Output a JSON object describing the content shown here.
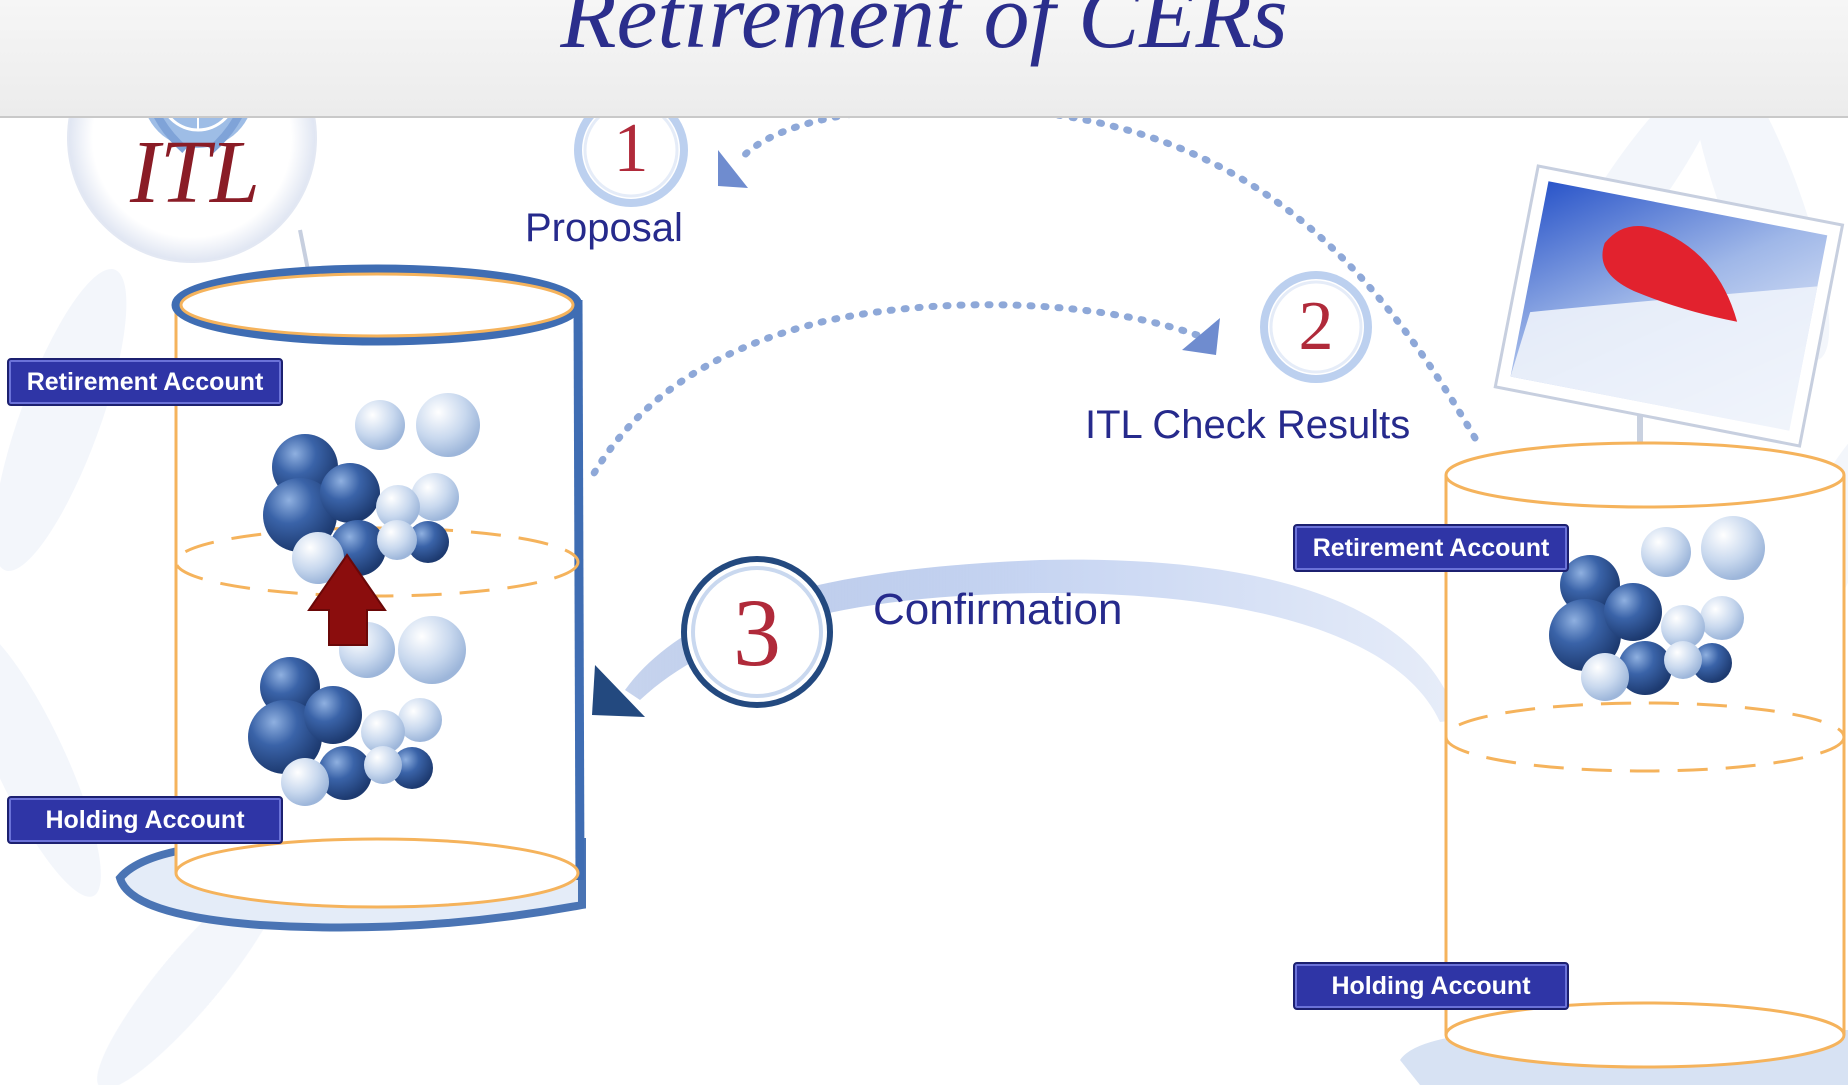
{
  "slide": {
    "title": "Retirement of CERs"
  },
  "itl_logo": {
    "text": "ITL",
    "icon": "un-emblem-icon"
  },
  "left_container": {
    "retirement_label": "Retirement Account",
    "holding_label": "Holding Account"
  },
  "right_container": {
    "retirement_label": "Retirement Account",
    "holding_label": "Holding Account",
    "icon": "japan-flag-icon"
  },
  "steps": [
    {
      "number": "1",
      "label": "Proposal"
    },
    {
      "number": "2",
      "label": "ITL Check Results"
    },
    {
      "number": "3",
      "label": "Confirmation"
    }
  ],
  "colors": {
    "title": "#2b2e8c",
    "label_bg": "#2f35a6",
    "arrow_red": "#8b0d0d",
    "container_outline": "#f5b35c",
    "number_red": "#b02a3a"
  }
}
